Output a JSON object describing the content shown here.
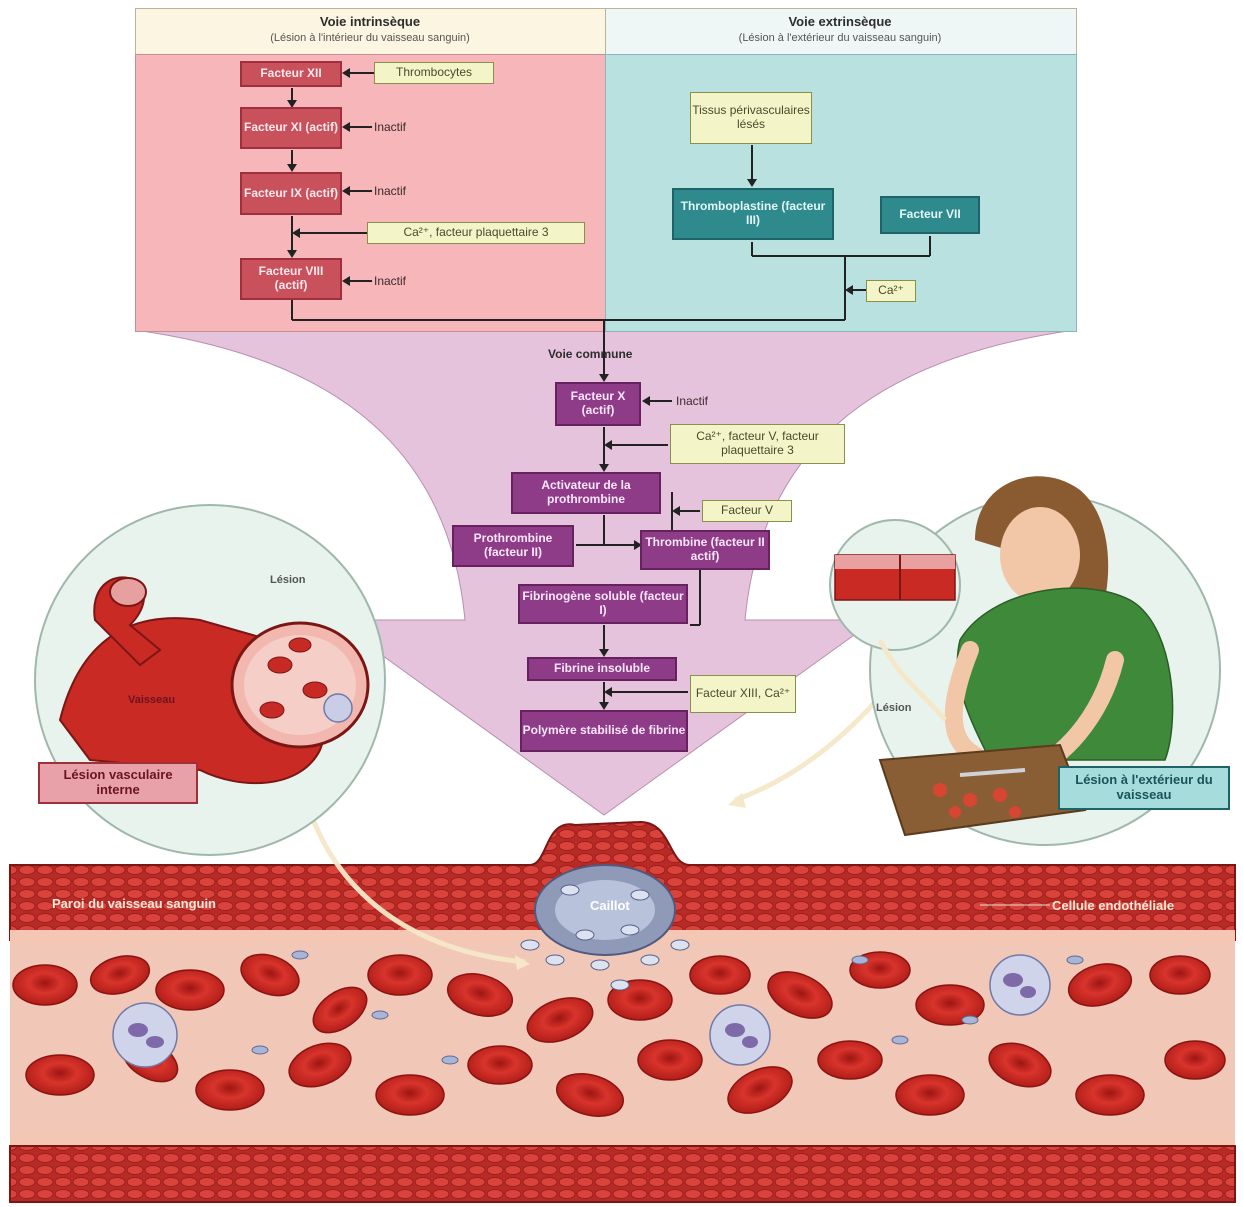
{
  "intrinsic": {
    "title": "Voie intrinsèque",
    "subtitle": "(Lésion à l'intérieur du vaisseau sanguin)",
    "steps": [
      "Facteur XII",
      "Facteur XI (actif)",
      "Facteur IX (actif)",
      "Facteur VIII (actif)"
    ],
    "thrombocytes": "Thrombocytes",
    "inactive_xi": "Inactif",
    "inactive_ix": "Inactif",
    "inactive_viii": "Inactif",
    "ca_plaquettaire": "Ca²⁺, facteur plaquettaire 3"
  },
  "extrinsic": {
    "title": "Voie extrinsèque",
    "subtitle": "(Lésion à l'extérieur du vaisseau sanguin)",
    "tissus": "Tissus périvasculaires lésés",
    "thromboplastine": "Thromboplastine (facteur III)",
    "facteur_vii": "Facteur VII",
    "ca": "Ca²⁺"
  },
  "common": {
    "title": "Voie commune",
    "facteur_x": "Facteur X (actif)",
    "inactive_x": "Inactif",
    "cofactors": "Ca²⁺, facteur V, facteur plaquettaire 3",
    "activateur": "Activateur de la prothrombine",
    "facteur_v": "Facteur V",
    "prothrombine": "Prothrombine (facteur II)",
    "thrombine": "Thrombine (facteur II actif)",
    "fibrinogene": "Fibrinogène soluble (facteur I)",
    "fibrine": "Fibrine insoluble",
    "facteur_xiii": "Facteur XIII, Ca²⁺",
    "polymere": "Polymère stabilisé de fibrine"
  },
  "left_panel": {
    "lesion": "Lésion",
    "vaisseau": "Vaisseau",
    "label": "Lésion vasculaire interne"
  },
  "right_panel": {
    "lesion": "Lésion",
    "label": "Lésion à l'extérieur du vaisseau"
  },
  "vessel": {
    "wall": "Paroi du vaisseau sanguin",
    "clot": "Caillot",
    "endothelial": "Cellule endothéliale"
  },
  "colors": {
    "intrinsic_bg": "#f7b6ba",
    "extrinsic_bg": "#b9e1e0",
    "common_bg": "#e6c3dd",
    "blood_red": "#d0272a"
  }
}
